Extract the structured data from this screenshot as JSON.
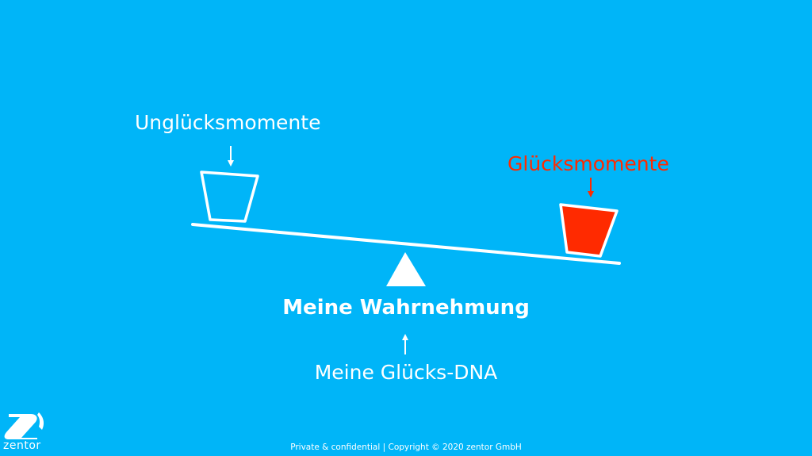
{
  "labels": {
    "unglueck": "Unglücksmomente",
    "glueck": "Glücksmomente",
    "wahrnehmung": "Meine Wahrnehmung",
    "dna": "Meine Glücks-DNA"
  },
  "footer": {
    "text": "Private & confidential | Copyright © 2020 zentor GmbH"
  },
  "logo": {
    "brand": "zentor"
  },
  "colors": {
    "background": "#00b5f8",
    "foreground": "#ffffff",
    "highlight": "#ff2a00"
  }
}
